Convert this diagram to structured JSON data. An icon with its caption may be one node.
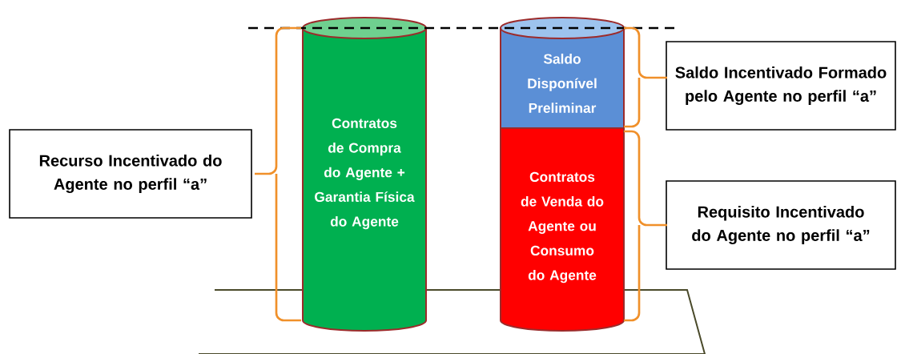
{
  "diagram": {
    "nodes": [
      {
        "text": [
          "Recurso Incentivado do Agente no perfil “a”"
        ]
      },
      {
        "text": [
          "Contratos de Compra do Agente + Garantia Física do Agente"
        ]
      },
      {
        "text": [
          "Saldo Disponível Preliminar"
        ]
      },
      {
        "text": [
          "Contratos de Venda do Agente ou Consumo do Agente"
        ]
      },
      {
        "text": [
          "Saldo Incentivado Formado pelo Agente no perfil “a”"
        ]
      },
      {
        "text": [
          "Requisito Incentivado do Agente no perfil “a”"
        ]
      }
    ]
  }
}
